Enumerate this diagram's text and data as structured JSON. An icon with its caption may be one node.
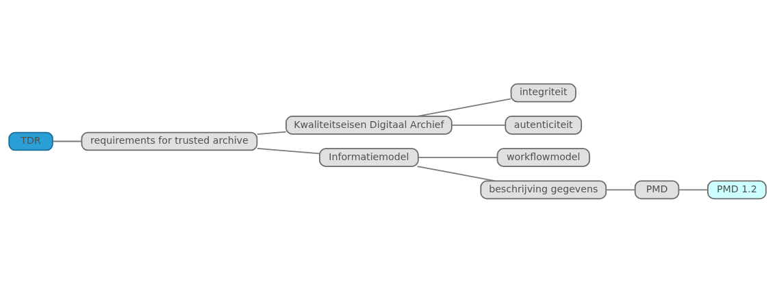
{
  "diagram": {
    "nodes": [
      {
        "text": [
          "TDR"
        ]
      },
      {
        "text": [
          "requirements for trusted archive"
        ]
      },
      {
        "text": [
          "Kwaliteitseisen Digitaal Archief"
        ]
      },
      {
        "text": [
          "integriteit"
        ]
      },
      {
        "text": [
          "autenticiteit"
        ]
      },
      {
        "text": [
          "Informatiemodel"
        ]
      },
      {
        "text": [
          "workflowmodel"
        ]
      },
      {
        "text": [
          "beschrijving gegevens"
        ]
      },
      {
        "text": [
          "PMD"
        ]
      },
      {
        "text": [
          "PMD 1.2"
        ]
      }
    ],
    "edges": [
      {
        "from": 0,
        "to": 1,
        "arrow": "none"
      },
      {
        "from": 1,
        "to": 2,
        "arrow": "none"
      },
      {
        "from": 2,
        "to": 3,
        "arrow": "none"
      },
      {
        "from": 2,
        "to": 4,
        "arrow": "none"
      },
      {
        "from": 1,
        "to": 5,
        "arrow": "none"
      },
      {
        "from": 5,
        "to": 6,
        "arrow": "none"
      },
      {
        "from": 5,
        "to": 7,
        "arrow": "none"
      },
      {
        "from": 7,
        "to": 8,
        "arrow": "none"
      },
      {
        "from": 8,
        "to": 9,
        "arrow": "none"
      }
    ]
  }
}
